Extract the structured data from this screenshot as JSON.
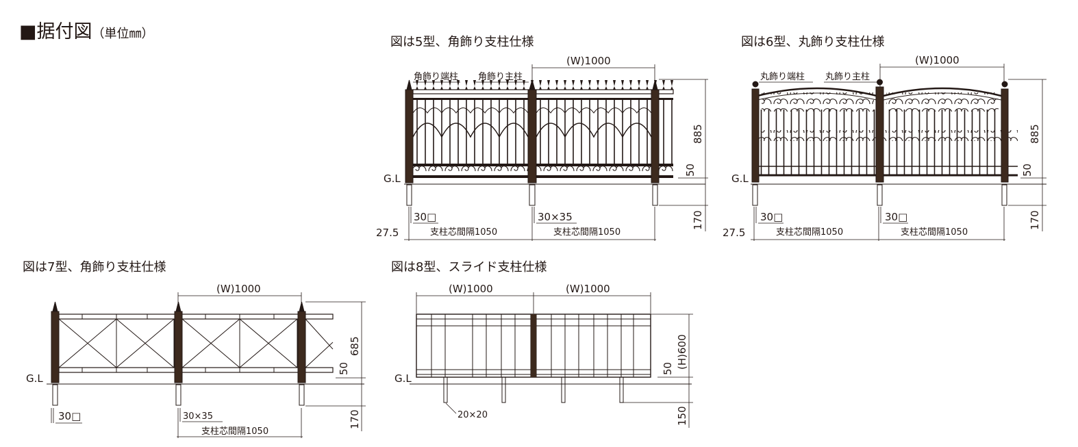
{
  "title": {
    "main": "■据付図",
    "unit": "（単位㎜）"
  },
  "colors": {
    "ink": "#231815",
    "post": "#3d2a1e",
    "bg": "#ffffff"
  },
  "panels": [
    {
      "caption": "図は5型、角飾り支柱仕様",
      "labels": [
        "角飾り端柱",
        "角飾り主柱"
      ],
      "dims": {
        "width": "(W)1000",
        "height": "885",
        "clearance": "50",
        "embed": "170",
        "end_offset": "27.5",
        "post_end": "30□",
        "post_main": "30×35",
        "pitch": "支柱芯間隔1050",
        "gl": "G.L"
      }
    },
    {
      "caption": "図は6型、丸飾り支柱仕様",
      "labels": [
        "丸飾り端柱",
        "丸飾り主柱"
      ],
      "dims": {
        "width": "(W)1000",
        "height": "885",
        "clearance": "50",
        "embed": "170",
        "end_offset": "27.5",
        "post_end": "30□",
        "post_main": "30□",
        "pitch": "支柱芯間隔1050",
        "gl": "G.L"
      }
    },
    {
      "caption": "図は7型、角飾り支柱仕様",
      "dims": {
        "width": "(W)1000",
        "height": "685",
        "clearance": "50",
        "embed": "170",
        "post_end": "30□",
        "post_main": "30×35",
        "pitch": "支柱芯間隔1050",
        "gl": "G.L"
      }
    },
    {
      "caption": "図は8型、スライド支柱仕様",
      "dims": {
        "width": "(W)1000",
        "height": "(H)600",
        "clearance": "50",
        "embed": "150",
        "post": "20×20",
        "gl": "G.L"
      }
    }
  ]
}
